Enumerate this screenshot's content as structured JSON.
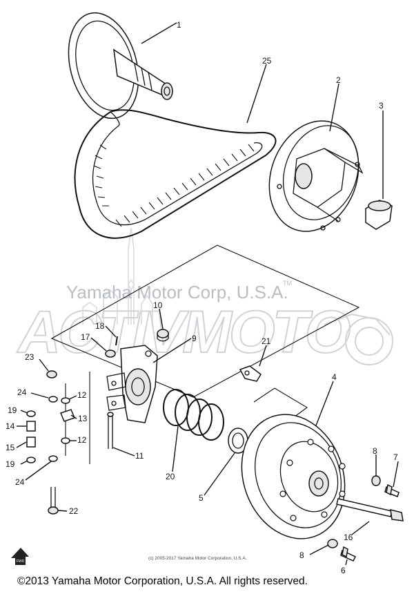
{
  "diagram": {
    "watermark_text": "Yamaha Motor Corp, U.S.A.",
    "watermark_tm": "TM",
    "watermark_logo": "ACTIVMOTO",
    "small_copyright": "(c) 2005-2017 Yamaha Motor Corporation, U.S.A.",
    "copyright": "©2013 Yamaha Motor Corporation, U.S.A. All rights reserved.",
    "fwd_label": "FWD",
    "callouts": [
      "1",
      "25",
      "2",
      "3",
      "10",
      "9",
      "18",
      "17",
      "21",
      "23",
      "4",
      "24",
      "12",
      "19",
      "14",
      "13",
      "15",
      "12",
      "19",
      "24",
      "11",
      "20",
      "5",
      "8",
      "7",
      "16",
      "8",
      "6",
      "22"
    ]
  }
}
